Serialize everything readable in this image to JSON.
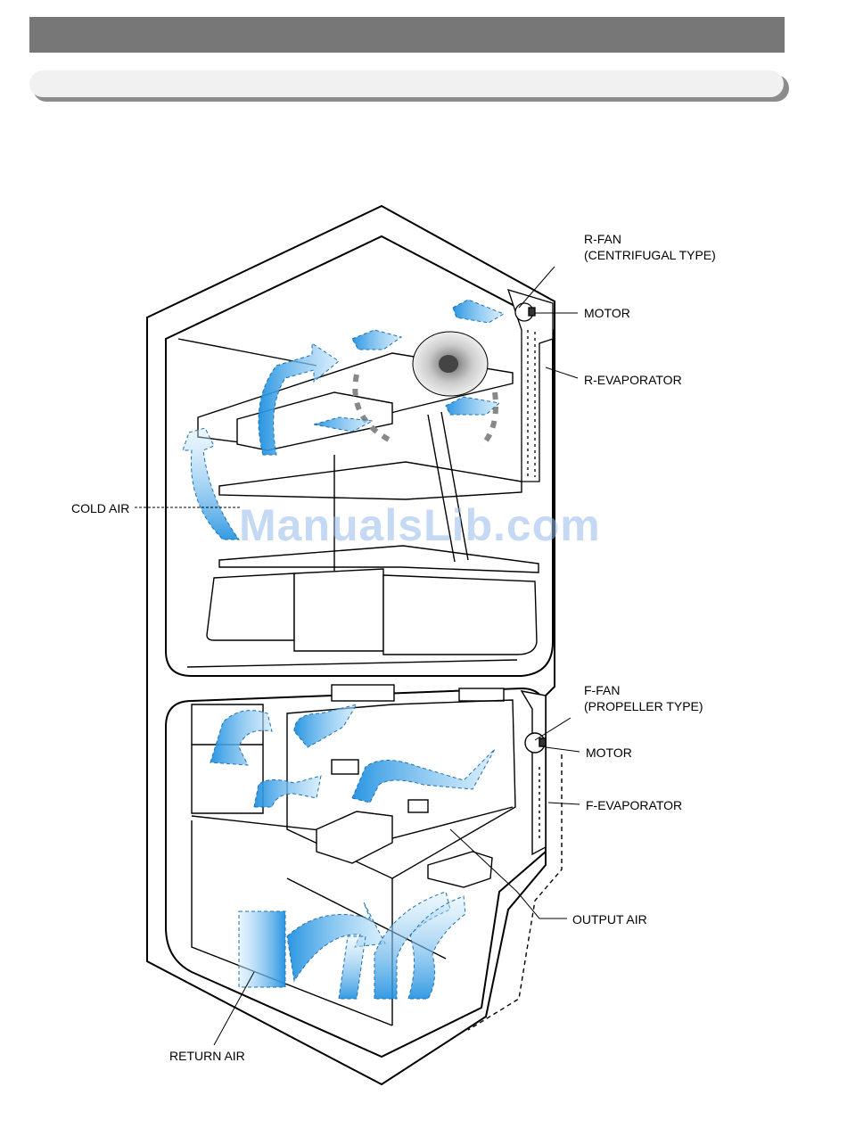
{
  "labels": {
    "r_fan": "R-FAN",
    "r_fan_type": "(CENTRIFUGAL TYPE)",
    "r_motor": "MOTOR",
    "r_evaporator": "R-EVAPORATOR",
    "cold_air": "COLD AIR",
    "f_fan": "F-FAN",
    "f_fan_type": "(PROPELLER TYPE)",
    "f_motor": "MOTOR",
    "f_evaporator": "F-EVAPORATOR",
    "output_air": "OUTPUT AIR",
    "return_air": "RETURN AIR"
  },
  "watermark": "ManualsLib.com",
  "colors": {
    "header_bar": "#777777",
    "airflow": "#4aa8e6"
  }
}
